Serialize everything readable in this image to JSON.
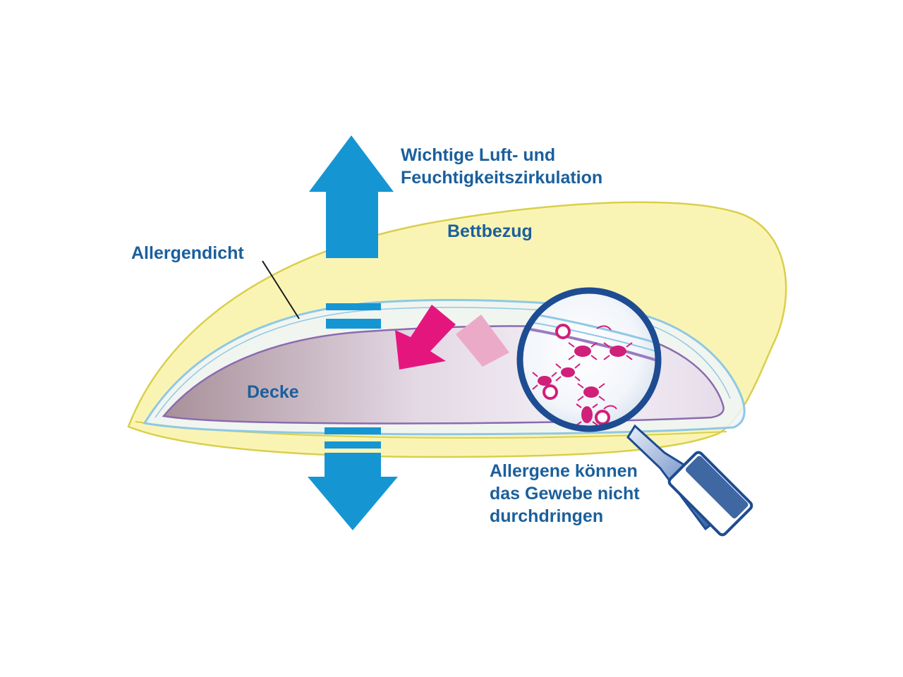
{
  "labels": {
    "circulation": [
      "Wichtige Luft- und",
      "Feuchtigkeitszirkulation"
    ],
    "bed_cover": "Bettbezug",
    "allergen_tight": "Allergendicht",
    "duvet": "Decke",
    "allergens_note": [
      "Allergene können",
      "das Gewebe nicht",
      "durchdringen"
    ]
  },
  "icons": {
    "air_up": "arrow-up-icon",
    "air_down": "arrow-down-icon",
    "magnifier": "magnifier-icon",
    "mites": "dust-mite-icon",
    "pollen": "pollen-icon"
  },
  "colors": {
    "label_text": "#1b5f9c",
    "air_arrow": "#1596d3",
    "cover_fill": "#faf4b4",
    "cover_stroke": "#d9cf4c",
    "encasing_stroke": "#8fc8e4",
    "duvet_stroke": "#8a6bb0",
    "duvet_fill_dark": "#a89099",
    "allergen_arrow": "#e4167e",
    "allergen_arrow_light": "#ecaac9",
    "mite": "#d0207a",
    "magnifier_ring": "#1d4c92"
  }
}
